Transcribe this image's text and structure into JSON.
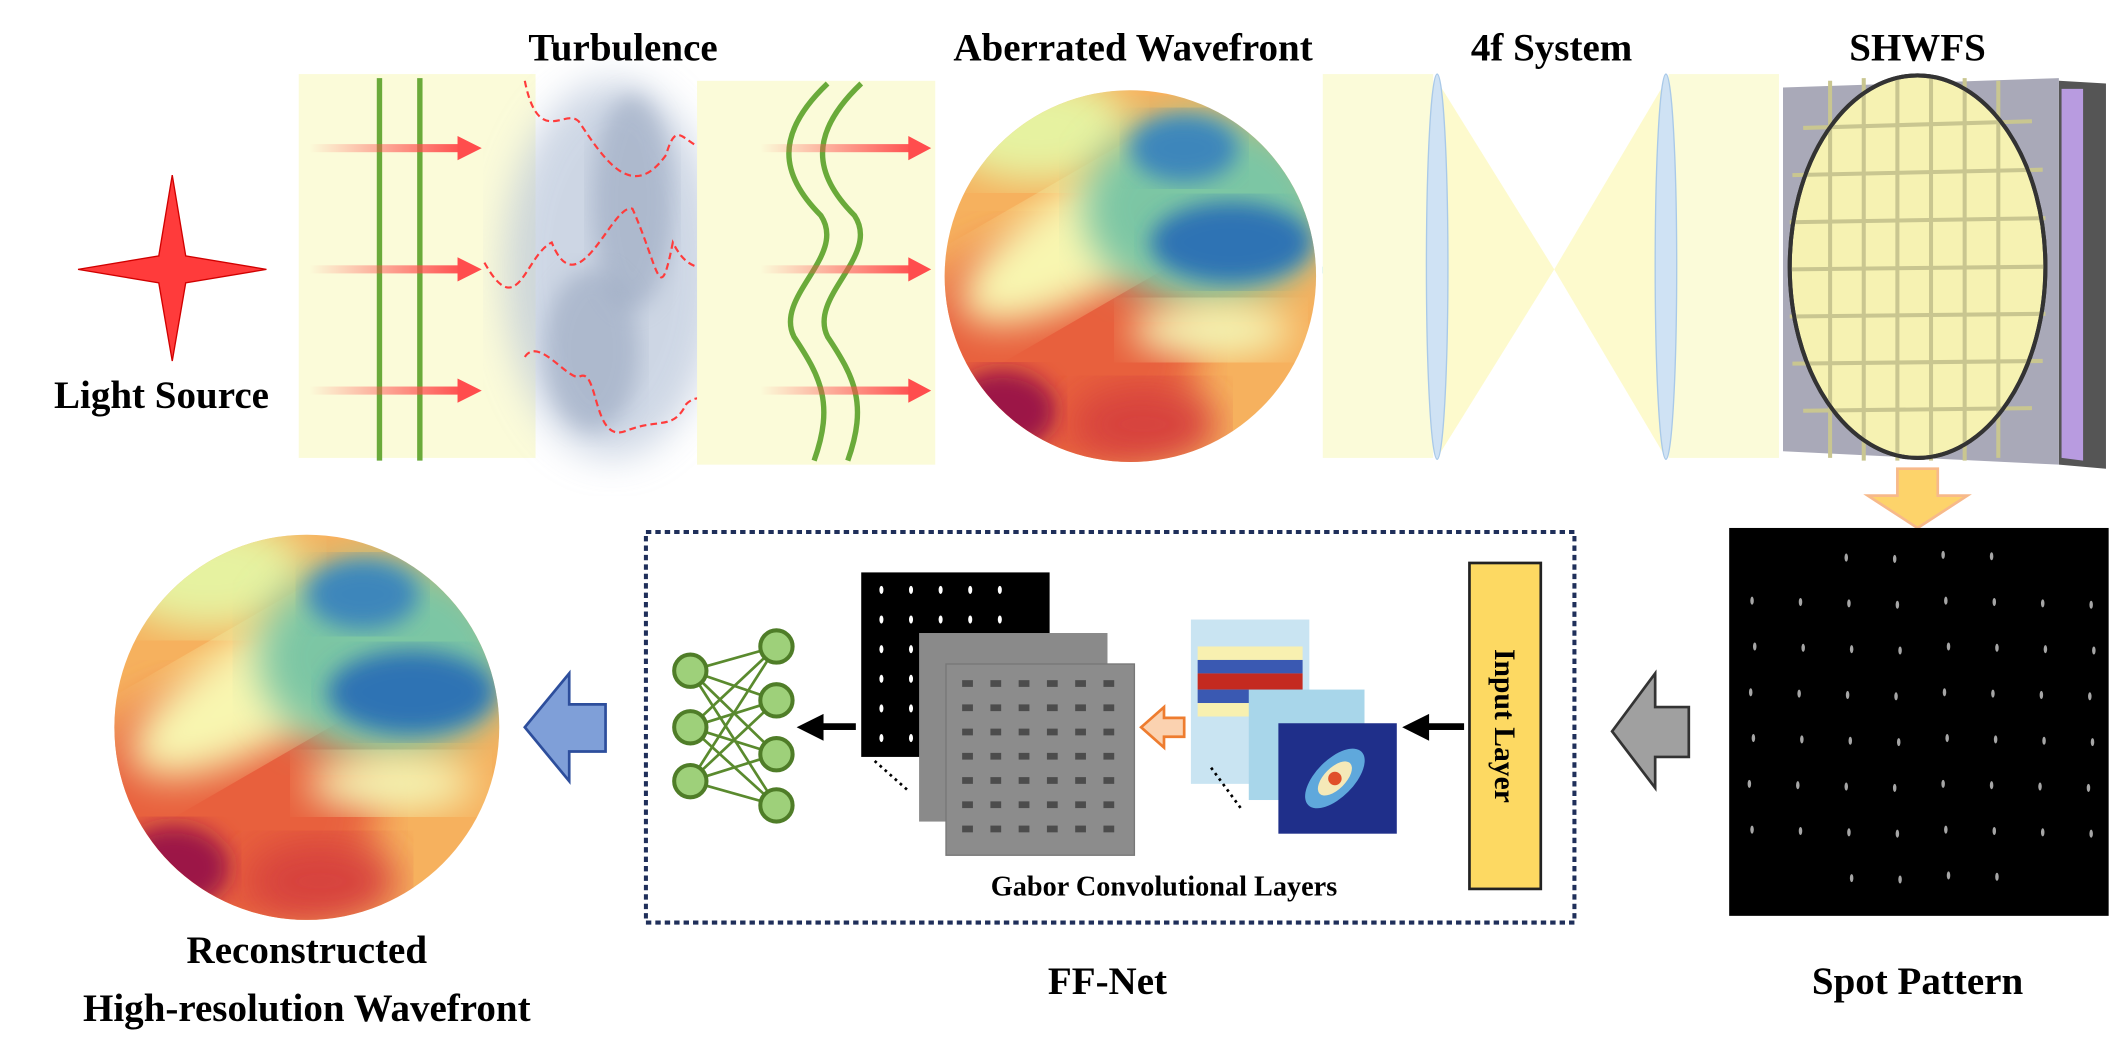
{
  "labels": {
    "light_source": "Light Source",
    "turbulence": "Turbulence",
    "aberrated_wavefront": "Aberrated Wavefront",
    "four_f_system": "4f System",
    "shwfs": "SHWFS",
    "spot_pattern": "Spot Pattern",
    "input_layer": "Input Layer",
    "gabor_layers": "Gabor Convolutional Layers",
    "ff_net": "FF-Net",
    "reconstructed_line1": "Reconstructed",
    "reconstructed_line2": "High-resolution Wavefront"
  },
  "colors": {
    "light_red": "#ff3b3b",
    "panel_yellow": "#fbfbd9",
    "wave_green": "#6aaa3a",
    "lens_blue": "#bcd8f0",
    "input_layer_fill": "#fdd962",
    "back_arrow_blue": "#7f9fd8",
    "spot_bg": "#000000",
    "box_dash": "#1f2f5a"
  }
}
